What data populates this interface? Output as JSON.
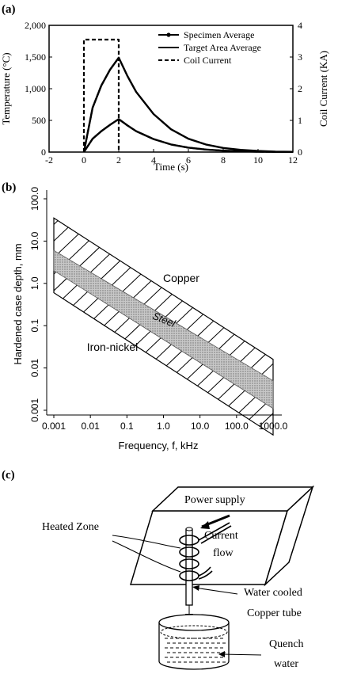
{
  "chart_data": [
    {
      "panel_label": "(a)",
      "type": "line",
      "xlabel": "Time (s)",
      "ylabel": "Temperature (°C)",
      "y2label": "Coil Current (KA)",
      "xlim": [
        -2,
        12
      ],
      "ylim": [
        0,
        2000
      ],
      "y2lim": [
        0,
        4
      ],
      "xticks": [
        "-2",
        "0",
        "2",
        "4",
        "6",
        "8",
        "10",
        "12"
      ],
      "yticks": [
        "0",
        "500",
        "1,000",
        "1,500",
        "2,000"
      ],
      "y2ticks": [
        "0",
        "1",
        "2",
        "3",
        "4"
      ],
      "legend_position": "top-right",
      "legend": [
        "Specimen Average",
        "Target Area Average",
        "Coil Current"
      ],
      "series": [
        {
          "name": "Specimen Average",
          "axis": "left",
          "x": [
            0,
            0.5,
            1,
            1.5,
            2,
            2.5,
            3,
            4,
            5,
            6,
            7,
            8,
            9,
            10,
            11,
            12
          ],
          "values": [
            0,
            210,
            330,
            430,
            520,
            420,
            330,
            205,
            120,
            70,
            40,
            22,
            12,
            6,
            3,
            2
          ]
        },
        {
          "name": "Target Area Average",
          "axis": "left",
          "x": [
            0,
            0.5,
            1,
            1.5,
            2,
            2.5,
            3,
            4,
            5,
            6,
            7,
            8,
            9,
            10,
            11,
            12
          ],
          "values": [
            0,
            700,
            1050,
            1300,
            1490,
            1200,
            950,
            600,
            360,
            210,
            120,
            65,
            35,
            18,
            8,
            4
          ]
        },
        {
          "name": "Coil Current",
          "axis": "right",
          "x": [
            0,
            0,
            2,
            2
          ],
          "values": [
            0,
            3.55,
            3.55,
            0
          ]
        },
        {
          "name": "Coil Current",
          "axis": "right",
          "x": [
            0,
            0.5,
            1,
            1.5,
            2,
            2.5,
            3,
            4,
            5,
            6,
            7,
            8,
            9,
            10,
            11,
            12
          ],
          "values": [
            0,
            0.42,
            0.66,
            0.86,
            1.04,
            0.84,
            0.66,
            0.41,
            0.24,
            0.14,
            0.08,
            0.045,
            0.025,
            0.012,
            0.006,
            0.003
          ]
        },
        {
          "name": "Coil Current",
          "axis": "right",
          "x": [
            0,
            0.5,
            1,
            1.5,
            2
          ],
          "values": [
            0,
            1.4,
            2.1,
            2.6,
            2.98
          ]
        }
      ]
    },
    {
      "panel_label": "(b)",
      "type": "area",
      "scale": "log",
      "xlabel": "Frequency, f, kHz",
      "ylabel": "Hardened case depth, mm",
      "xticks": [
        "0.001",
        "0.01",
        "0.1",
        "1.0",
        "10.0",
        "100.0",
        "1000.0"
      ],
      "yticks": [
        "0.001",
        "0.01",
        "0.1",
        "1.0",
        "10.0",
        "100.0"
      ],
      "xlim": [
        0.001,
        1000
      ],
      "ylim": [
        0.001,
        100
      ],
      "bands": [
        {
          "name": "Copper",
          "upper": [
            [
              0.001,
              35
            ],
            [
              1000,
              0.016
            ]
          ],
          "lower": [
            [
              0.001,
              0.6
            ],
            [
              1000,
              0.00026
            ]
          ]
        },
        {
          "name": "Steel",
          "upper": [
            [
              0.001,
              6
            ],
            [
              1000,
              0.005
            ]
          ],
          "lower": [
            [
              0.001,
              2
            ],
            [
              1000,
              0.0011
            ]
          ]
        }
      ],
      "annotations": [
        "Copper",
        "Steel",
        "Iron-nickel"
      ]
    }
  ],
  "diagram_c": {
    "panel_label": "(c)",
    "labels": {
      "power_supply": "Power supply",
      "heated_zone": "Heated Zone",
      "current": "Current",
      "flow": "flow",
      "water_cooled": "Water cooled",
      "copper_tube": "Copper tube",
      "quench": "Quench",
      "water": "water"
    }
  }
}
